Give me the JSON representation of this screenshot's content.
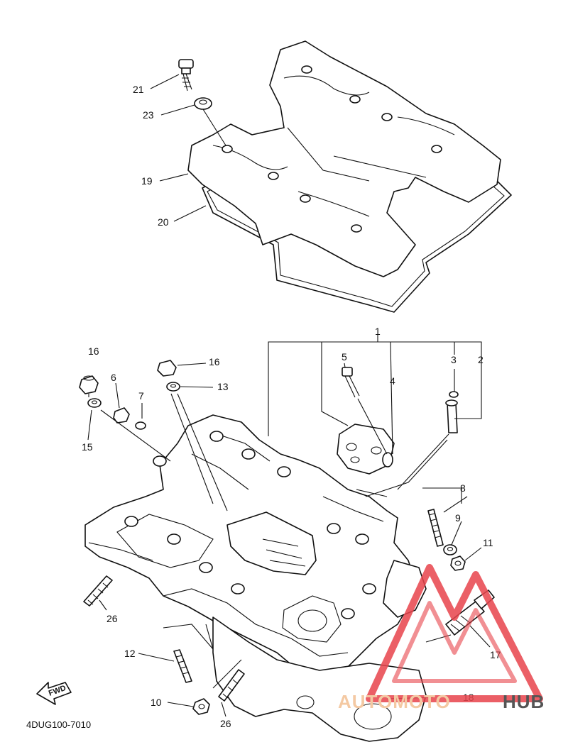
{
  "diagram": {
    "code": "4DUG100-7010",
    "fwd_label": "FWD",
    "callouts": {
      "c1": "1",
      "c2": "2",
      "c3": "3",
      "c4": "4",
      "c5": "5",
      "c6": "6",
      "c7": "7",
      "c8": "8",
      "c9": "9",
      "c10": "10",
      "c11": "11",
      "c12": "12",
      "c13": "13",
      "c15": "15",
      "c16a": "16",
      "c16b": "16",
      "c17": "17",
      "c18": "18",
      "c19": "19",
      "c20": "20",
      "c21": "21",
      "c23": "23",
      "c26a": "26",
      "c26b": "26"
    }
  },
  "watermark": {
    "text_part1": "AUTOMOTO",
    "text_part2": "HUB",
    "accent_color": "#e8444c",
    "text_color_1": "#f4c9a3",
    "text_color_2": "#555555"
  }
}
